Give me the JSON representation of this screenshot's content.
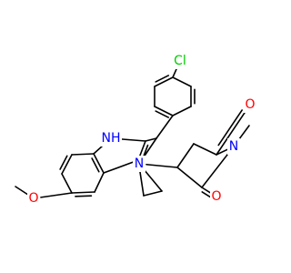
{
  "molecule": {
    "colors": {
      "bond": "#000000",
      "carbon": "#000000",
      "nitrogen": "#0000ff",
      "oxygen": "#ff0000",
      "chlorine": "#00cc00",
      "background": "#ffffff"
    },
    "labels": {
      "cl": "Cl",
      "nh": "NH",
      "n_ring": "N",
      "o_methoxy": "O",
      "n_imide": "N",
      "o_carbonyl_top": "O",
      "o_carbonyl_bottom": "O"
    }
  }
}
